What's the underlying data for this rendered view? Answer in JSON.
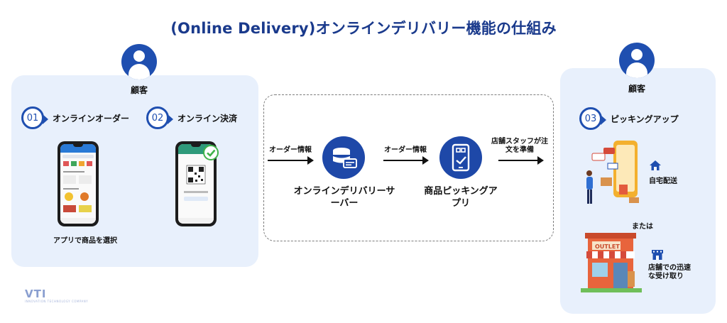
{
  "title": "(Online Delivery)オンラインデリバリー機能の仕組み",
  "left_panel": {
    "customer_label": "顧客",
    "step1": {
      "number": "01",
      "label": "オンラインオーダー"
    },
    "step2": {
      "number": "02",
      "label": "オンライン決済"
    },
    "caption": "アプリで商品を選択"
  },
  "middle_panel": {
    "arrow1_label": "オーダー情報",
    "server_label": "オンラインデリバリーサーバー",
    "arrow2_label": "オーダー情報",
    "app_label": "商品ピッキングアプリ",
    "arrow3_label": "店舗スタッフが注文を準備"
  },
  "right_panel": {
    "customer_label": "顧客",
    "step3": {
      "number": "03",
      "label": "ピッキングアップ"
    },
    "home_delivery": "自宅配送",
    "or_text": "または",
    "store_pickup": "店舗での迅速な受け取り",
    "store_sign": "OUTLET"
  },
  "logo": {
    "name": "VTI",
    "sub": "INNOVATION TECHNOLOGY COMPANY"
  },
  "colors": {
    "primary": "#1f4fb0",
    "panel": "#e8f0fc",
    "title": "#1a3a8c"
  },
  "icons": [
    "user-icon",
    "server-icon",
    "mobile-app-icon",
    "home-icon",
    "store-icon",
    "check-icon",
    "qr-code-icon"
  ]
}
